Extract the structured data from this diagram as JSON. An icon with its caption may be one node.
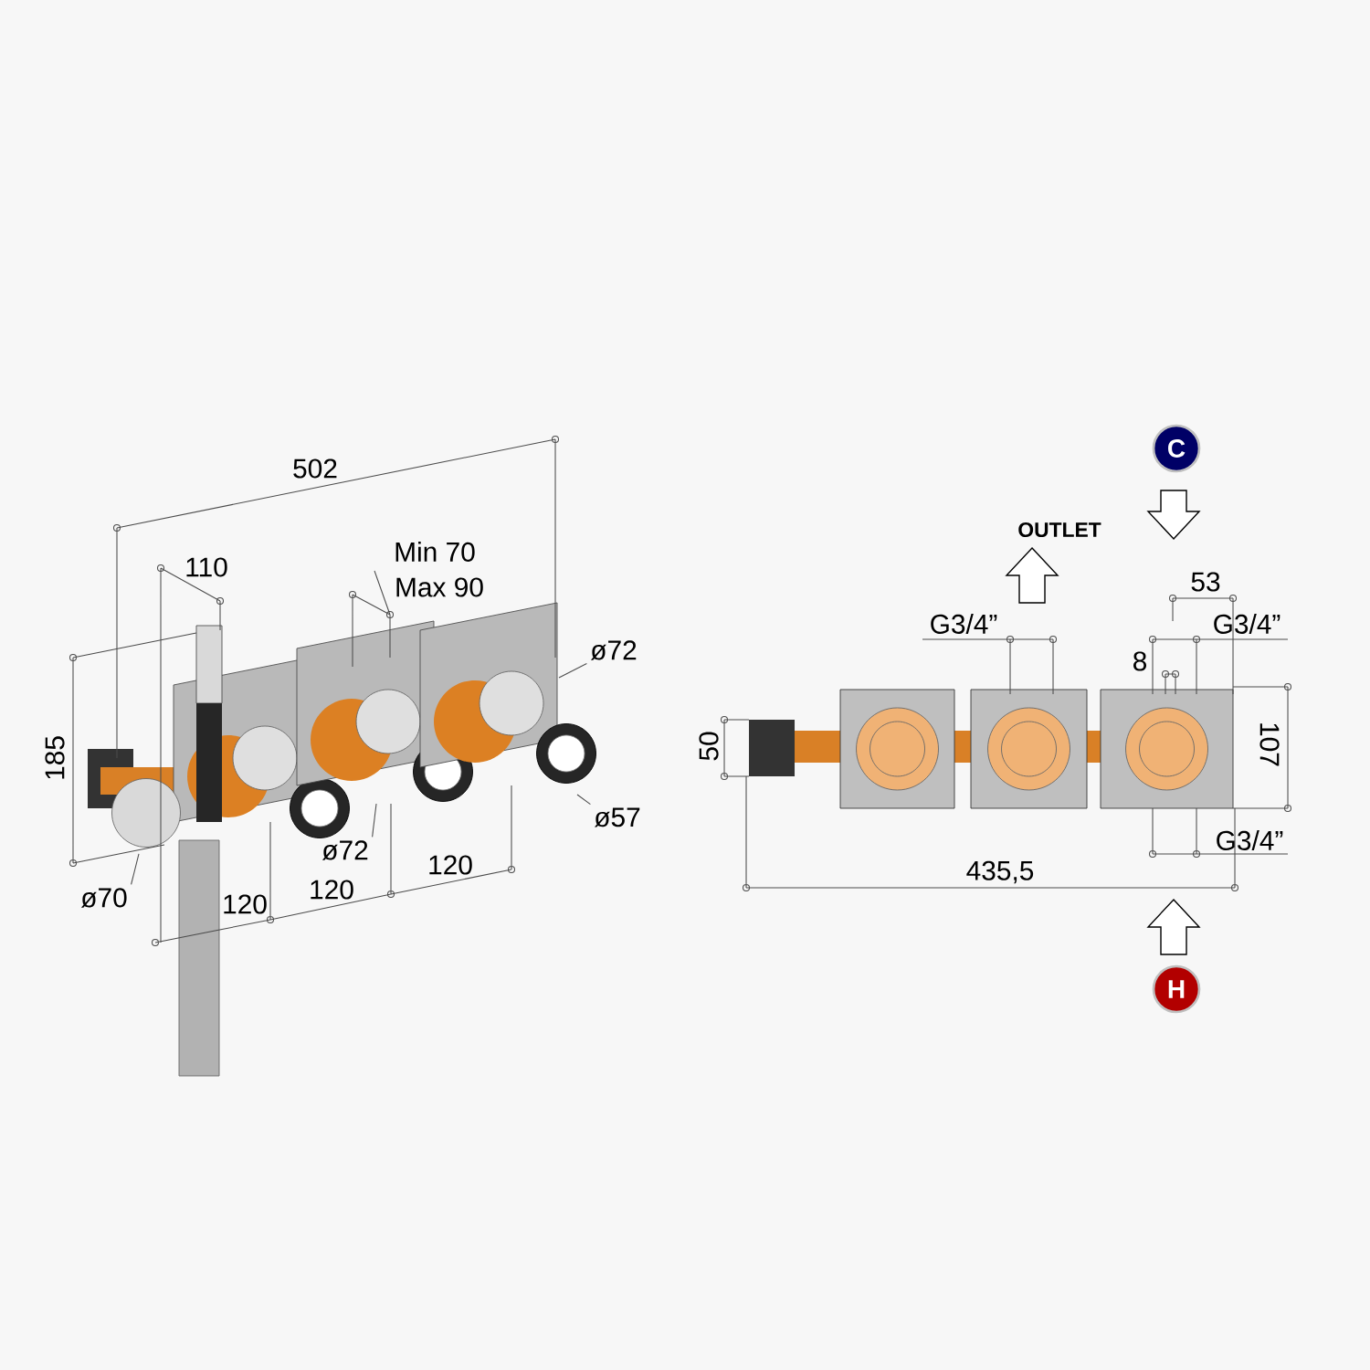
{
  "diagram": {
    "nodes": [
      {
        "text": [
          "ø72"
        ]
      },
      {
        "text": [
          "ø57"
        ]
      },
      {
        "text": [
          "ø72"
        ]
      },
      {
        "text": [
          "ø70"
        ]
      }
    ],
    "edges": [
      {
        "from": 0,
        "to": null,
        "arrow": "none"
      },
      {
        "from": 1,
        "to": null,
        "arrow": "none"
      },
      {
        "from": 2,
        "to": null,
        "arrow": "none"
      },
      {
        "from": 3,
        "to": null,
        "arrow": "none"
      }
    ],
    "labels": [
      "C",
      "502",
      "OUTLET",
      "110",
      "Min 70",
      "Max 90",
      "53",
      "G3/4”",
      "G3/4”",
      "8",
      "185",
      "50",
      "107",
      "G3/4”",
      "120",
      "435,5",
      "120",
      "120",
      "H"
    ]
  }
}
